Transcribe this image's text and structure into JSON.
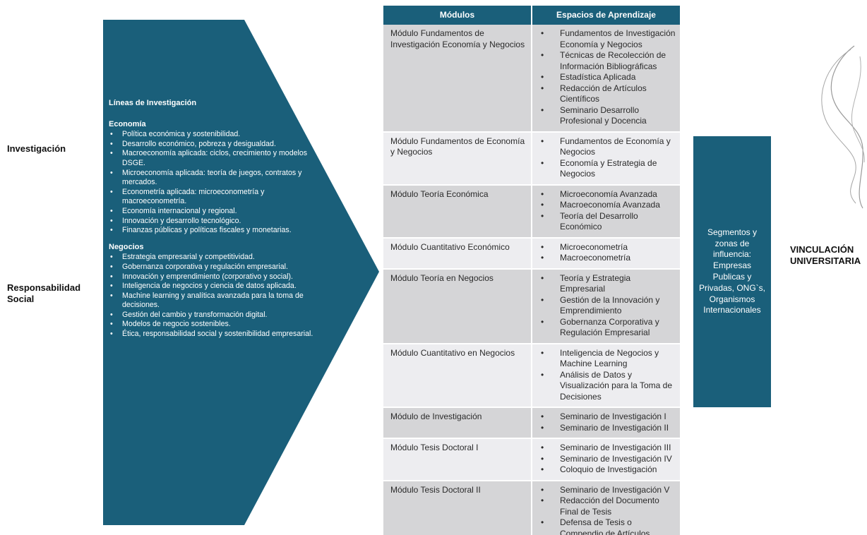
{
  "left_labels": {
    "investigacion": "Investigación",
    "responsabilidad": "Responsabilidad Social"
  },
  "lines": {
    "title": "Líneas de Investigación",
    "groups": [
      {
        "name": "Economía",
        "items": [
          "Política económica y sostenibilidad.",
          "Desarrollo económico, pobreza y desigualdad.",
          "Macroeconomía aplicada: ciclos, crecimiento y modelos DSGE.",
          "Microeconomía aplicada: teoría de juegos, contratos y mercados.",
          "Econometría aplicada: microeconometría y macroeconometría.",
          "Economía internacional y regional.",
          "Innovación y desarrollo tecnológico.",
          "Finanzas públicas y políticas fiscales y monetarias."
        ]
      },
      {
        "name": "Negocios",
        "items": [
          "Estrategia empresarial y competitividad.",
          "Gobernanza corporativa y regulación empresarial.",
          "Innovación y emprendimiento (corporativo y social).",
          "Inteligencia de negocios y ciencia de datos aplicada.",
          "Machine learning y analítica avanzada para la toma de decisiones.",
          "Gestión del cambio y transformación digital.",
          "Modelos de negocio sostenibles.",
          "Ética, responsabilidad social y sostenibilidad empresarial."
        ]
      }
    ]
  },
  "table": {
    "headers": [
      "Módulos",
      "Espacios de Aprendizaje"
    ],
    "rows": [
      {
        "module": "Módulo Fundamentos de Investigación Economía y Negocios",
        "items": [
          "Fundamentos de Investigación Economía y Negocios",
          "Técnicas de Recolección de Información Bibliográficas",
          "Estadística Aplicada",
          "Redacción de Artículos Científicos",
          "Seminario Desarrollo Profesional y Docencia"
        ]
      },
      {
        "module": "Módulo Fundamentos de Economía y Negocios",
        "items": [
          "Fundamentos de Economía y Negocios",
          "Economía y Estrategia de Negocios"
        ]
      },
      {
        "module": "Módulo Teoría Económica",
        "items": [
          "Microeconomía Avanzada",
          "Macroeconomía Avanzada",
          "Teoría del Desarrollo Económico"
        ]
      },
      {
        "module": "Módulo Cuantitativo Económico",
        "items": [
          "Microeconometría",
          "Macroeconometría"
        ]
      },
      {
        "module": "Módulo Teoría en Negocios",
        "items": [
          "Teoría y Estrategia Empresarial",
          "Gestión de la Innovación y Emprendimiento",
          "Gobernanza Corporativa y Regulación Empresarial"
        ]
      },
      {
        "module": "Módulo Cuantitativo en Negocios",
        "items": [
          "Inteligencia de Negocios y Machine Learning",
          "Análisis de Datos y Visualización para la Toma de Decisiones"
        ]
      },
      {
        "module": "Módulo de Investigación",
        "items": [
          "Seminario de Investigación I",
          "Seminario de Investigación II"
        ]
      },
      {
        "module": "Módulo Tesis Doctoral I",
        "items": [
          "Seminario de Investigación III",
          "Seminario de Investigación IV",
          "Coloquio de Investigación"
        ]
      },
      {
        "module": "Módulo Tesis Doctoral II",
        "items": [
          "Seminario de Investigación V",
          "Redacción del Documento Final de Tesis",
          "Defensa de Tesis o Compendio de Artículos"
        ]
      }
    ]
  },
  "segment": {
    "text": "Segmentos y zonas de influencia: Empresas Publicas y Privadas, ONG`s, Organismos Internacionales"
  },
  "right_label": "VINCULACIÓN UNIVERSITARIA",
  "colors": {
    "primary": "#1a5f7a",
    "row_dark": "#d5d5d7",
    "row_light": "#ededf0"
  }
}
